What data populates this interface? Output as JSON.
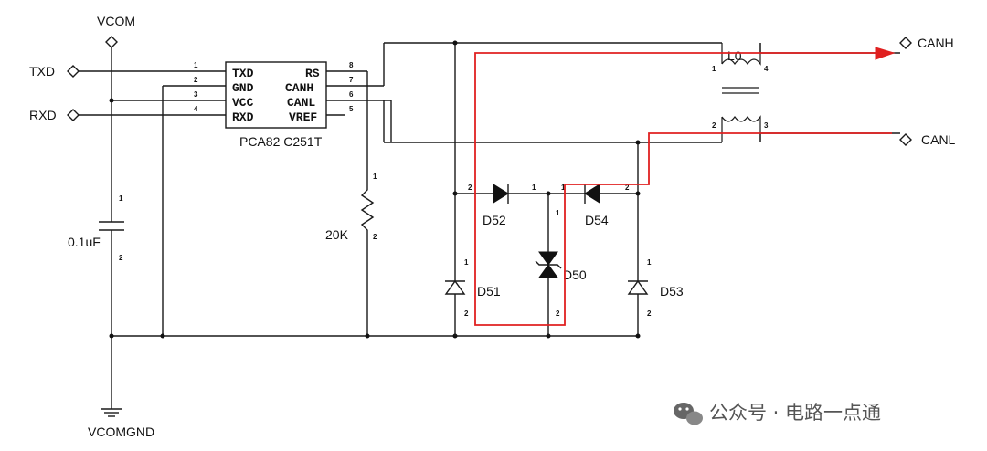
{
  "net_labels": {
    "vcom": "VCOM",
    "vcomgnd": "VCOMGND",
    "txd": "TXD",
    "rxd": "RXD",
    "canh": "CANH",
    "canl": "CANL"
  },
  "chip": {
    "part_number": "PCA82 C251T",
    "left_pins": [
      "TXD",
      "GND",
      "VCC",
      "RXD"
    ],
    "right_pins": [
      "RS",
      "CANH",
      "CANL",
      "VREF"
    ],
    "left_pin_numbers": [
      "1",
      "2",
      "3",
      "4"
    ],
    "right_pin_numbers": [
      "8",
      "7",
      "6",
      "5"
    ]
  },
  "components": {
    "capacitor": "0.1uF",
    "resistor": "20K",
    "choke": "L0",
    "d52": "D52",
    "d54": "D54",
    "d50": "D50",
    "d51": "D51",
    "d53": "D53"
  },
  "pin_marks": {
    "one": "1",
    "two": "2",
    "four": "4",
    "three": "3"
  },
  "watermark": "公众号 · 电路一点通",
  "colors": {
    "wire": "#1a1a1a",
    "highlight_path": "#e02020",
    "background": "#ffffff"
  }
}
